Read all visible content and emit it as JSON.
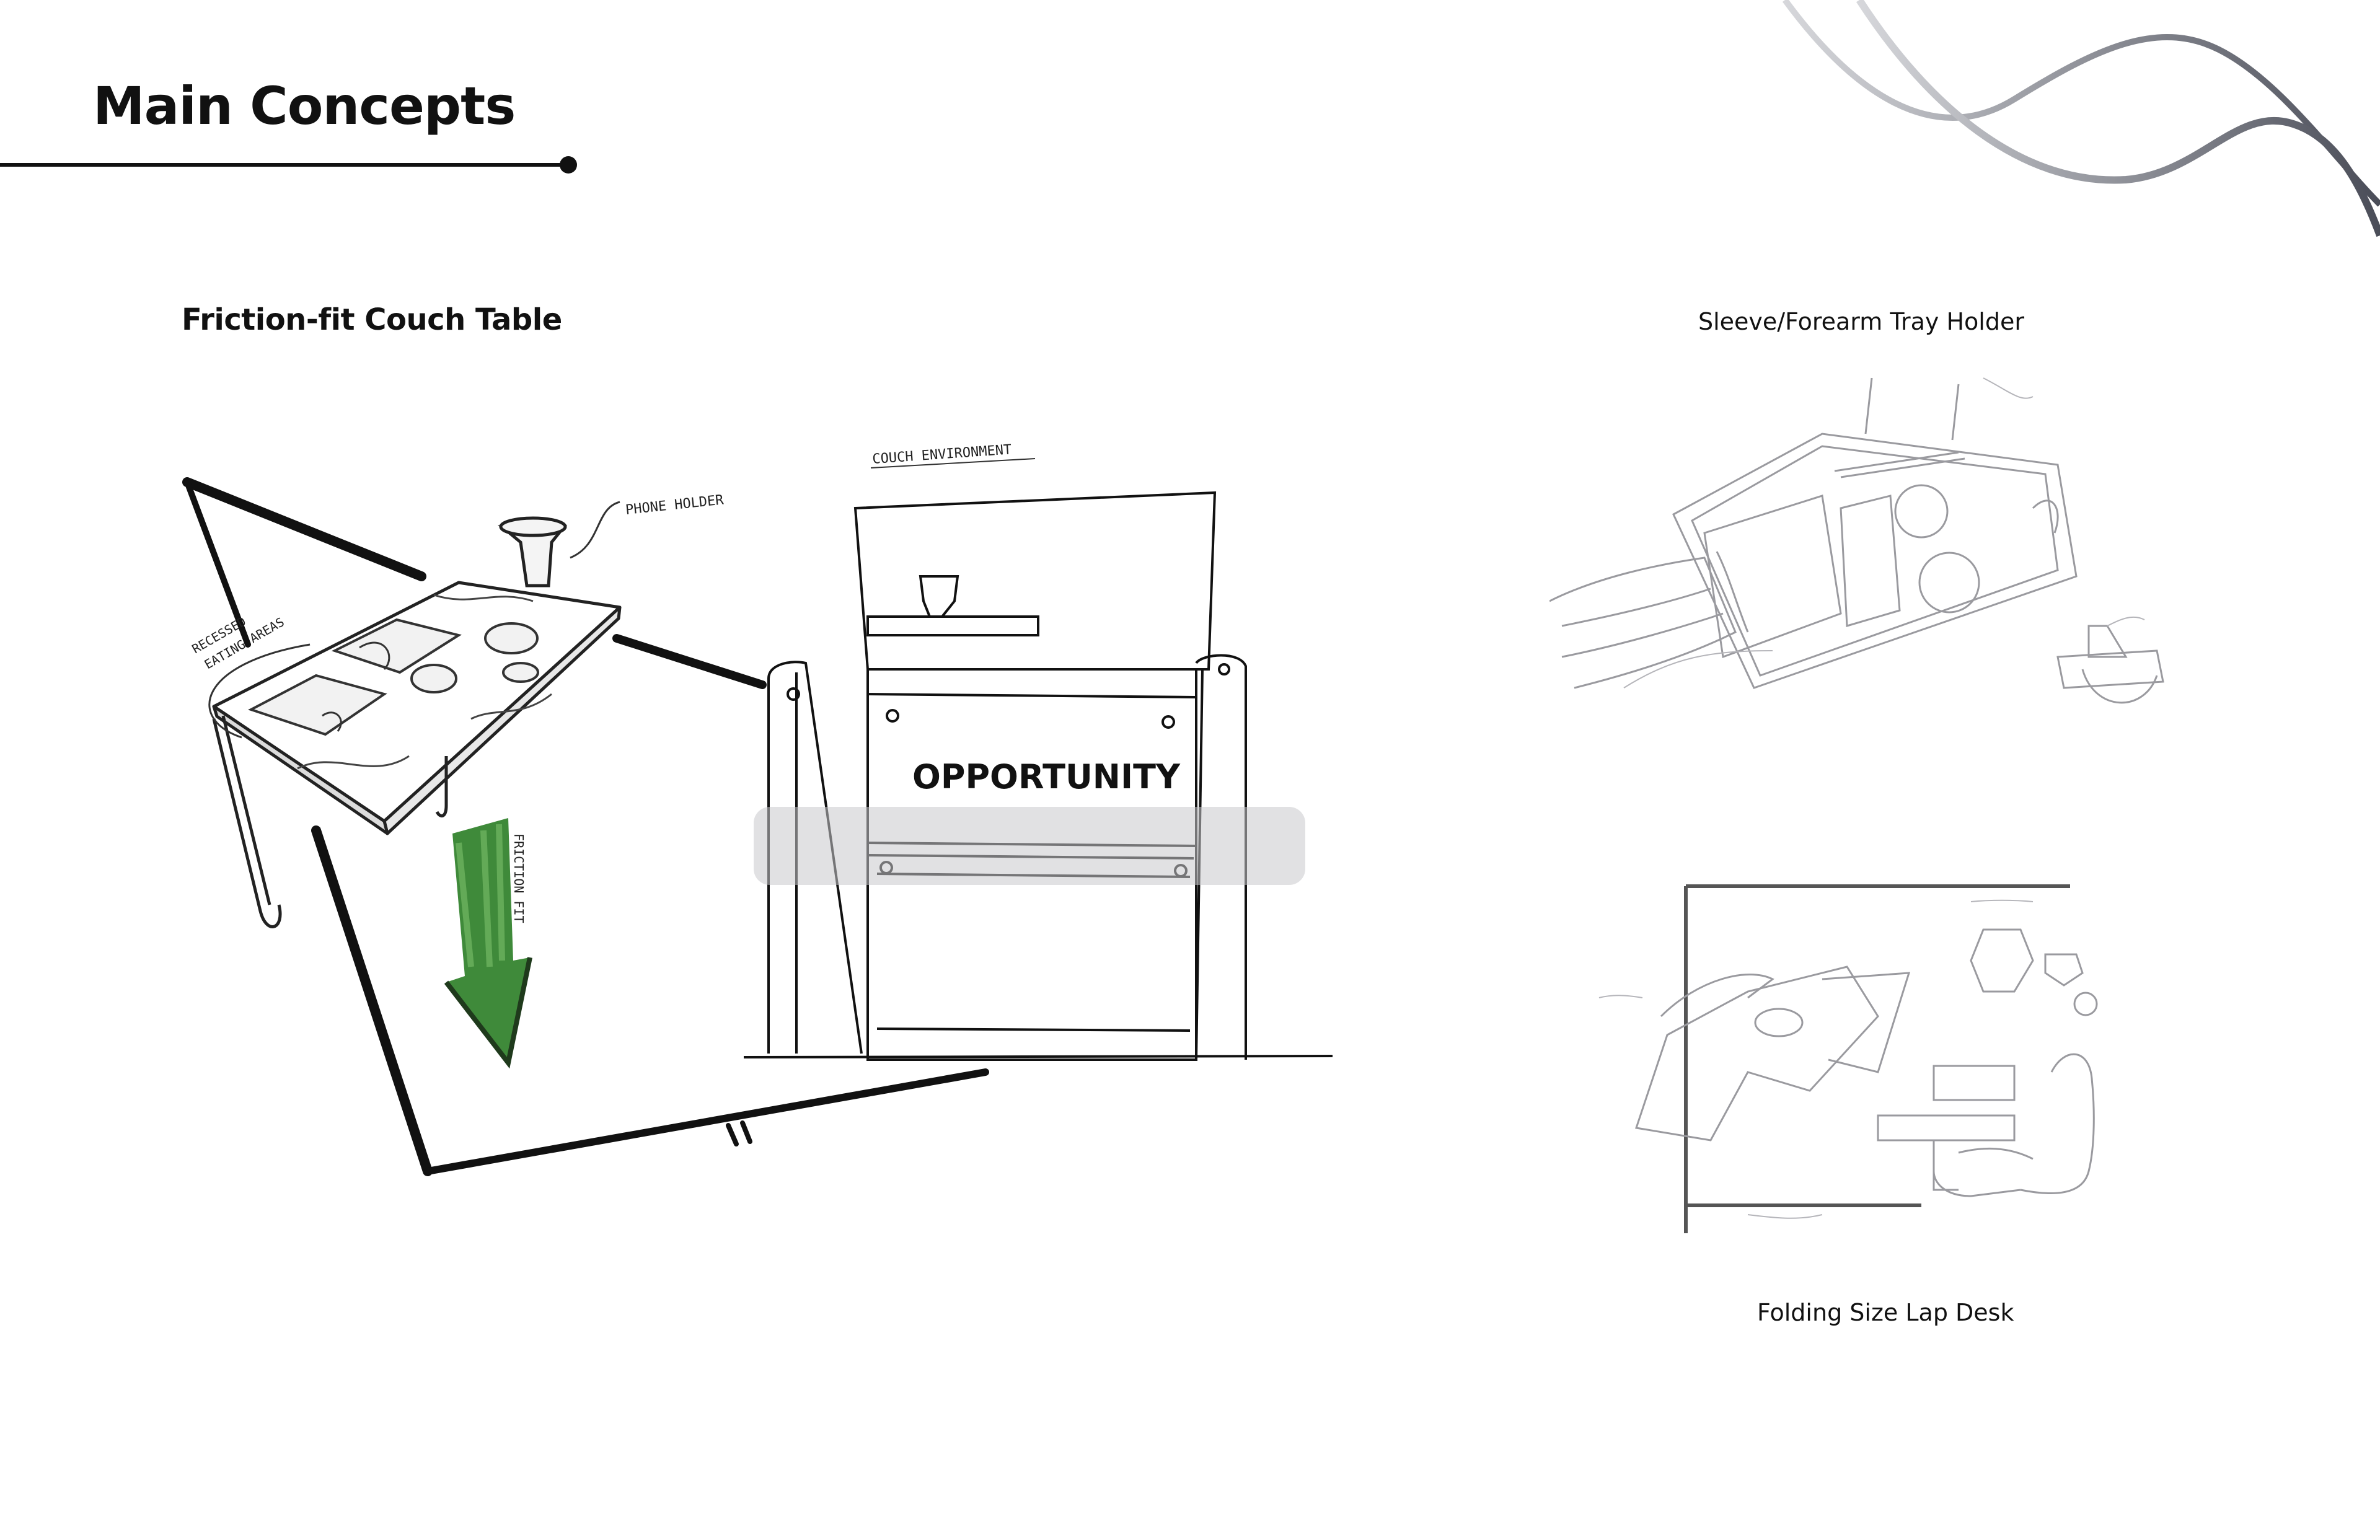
{
  "page": {
    "title": "Main Concepts"
  },
  "concepts": {
    "couch_table": {
      "heading": "Friction-fit Couch Table",
      "notes": {
        "phone_holder": "PHONE HOLDER",
        "recessed_eating_areas_1": "RECESSED",
        "recessed_eating_areas_2": "EATING AREAS",
        "couch_environment": "COUCH ENVIRONMENT",
        "friction_fit": "FRICTION FIT"
      },
      "highlight_label": "OPPORTUNITY",
      "colors": {
        "arrow_green": "#3f8a3a",
        "highlight_band": "#c8c8cc"
      }
    },
    "sleeve_tray": {
      "caption": "Sleeve/Forearm Tray Holder"
    },
    "folding_desk": {
      "caption": "Folding Size Lap Desk"
    }
  },
  "decor": {
    "wave_colors": [
      "#c9cacf",
      "#4a4d58"
    ]
  }
}
